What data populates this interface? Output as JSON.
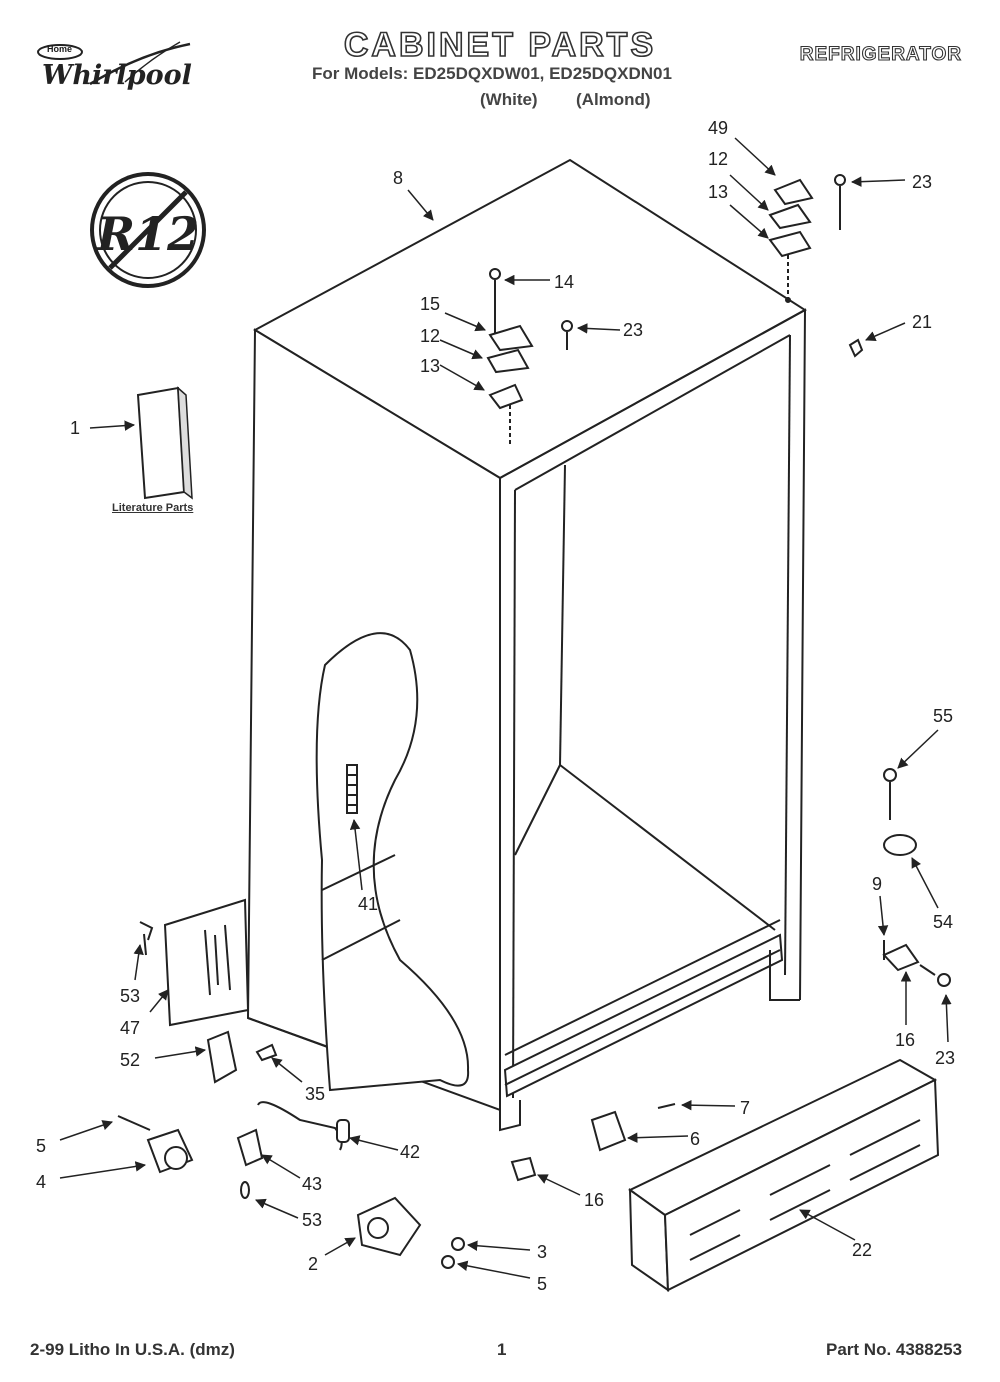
{
  "header": {
    "title": "CABINET PARTS",
    "models_line": "For Models: ED25DQXDW01, ED25DQXDN01",
    "variants": [
      "(White)",
      "(Almond)"
    ],
    "appliance": "REFRIGERATOR",
    "brand": "Whirlpool",
    "brand_badge": "Home"
  },
  "emblem": {
    "text": "R12"
  },
  "literature": {
    "label": "Literature Parts"
  },
  "callouts": [
    {
      "id": "c8",
      "text": "8"
    },
    {
      "id": "c49",
      "text": "49"
    },
    {
      "id": "c12a",
      "text": "12"
    },
    {
      "id": "c13a",
      "text": "13"
    },
    {
      "id": "c23a",
      "text": "23"
    },
    {
      "id": "c14",
      "text": "14"
    },
    {
      "id": "c15",
      "text": "15"
    },
    {
      "id": "c12b",
      "text": "12"
    },
    {
      "id": "c13b",
      "text": "13"
    },
    {
      "id": "c23b",
      "text": "23"
    },
    {
      "id": "c21",
      "text": "21"
    },
    {
      "id": "c1",
      "text": "1"
    },
    {
      "id": "c55",
      "text": "55"
    },
    {
      "id": "c41",
      "text": "41"
    },
    {
      "id": "c54",
      "text": "54"
    },
    {
      "id": "c9",
      "text": "9"
    },
    {
      "id": "c53a",
      "text": "53"
    },
    {
      "id": "c47",
      "text": "47"
    },
    {
      "id": "c16a",
      "text": "16"
    },
    {
      "id": "c23c",
      "text": "23"
    },
    {
      "id": "c52",
      "text": "52"
    },
    {
      "id": "c35",
      "text": "35"
    },
    {
      "id": "c7",
      "text": "7"
    },
    {
      "id": "c5a",
      "text": "5"
    },
    {
      "id": "c6",
      "text": "6"
    },
    {
      "id": "c4",
      "text": "4"
    },
    {
      "id": "c42",
      "text": "42"
    },
    {
      "id": "c43",
      "text": "43"
    },
    {
      "id": "c16b",
      "text": "16"
    },
    {
      "id": "c53b",
      "text": "53"
    },
    {
      "id": "c22",
      "text": "22"
    },
    {
      "id": "c3",
      "text": "3"
    },
    {
      "id": "c2",
      "text": "2"
    },
    {
      "id": "c5b",
      "text": "5"
    }
  ],
  "footer": {
    "print_info": "2-99 Litho In U.S.A. (dmz)",
    "page": "1",
    "part_number": "Part No. 4388253"
  }
}
